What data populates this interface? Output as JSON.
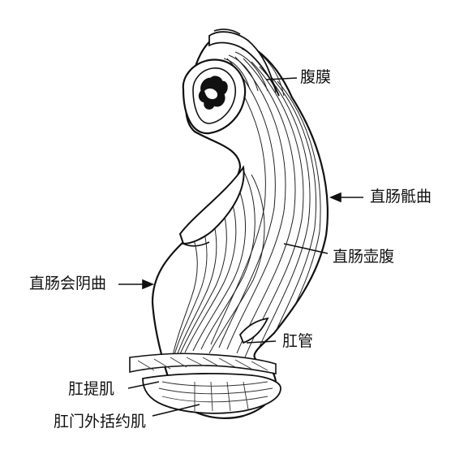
{
  "diagram": {
    "labels": {
      "peritoneum": "腹膜",
      "sacral_flexure": "直肠骶曲",
      "ampulla": "直肠壶腹",
      "perineal_flexure": "直肠会阴曲",
      "anal_canal": "肛管",
      "levator_ani": "肛提肌",
      "external_sphincter": "肛门外括约肌"
    },
    "colors": {
      "ink": "#111111",
      "background": "#ffffff"
    }
  }
}
